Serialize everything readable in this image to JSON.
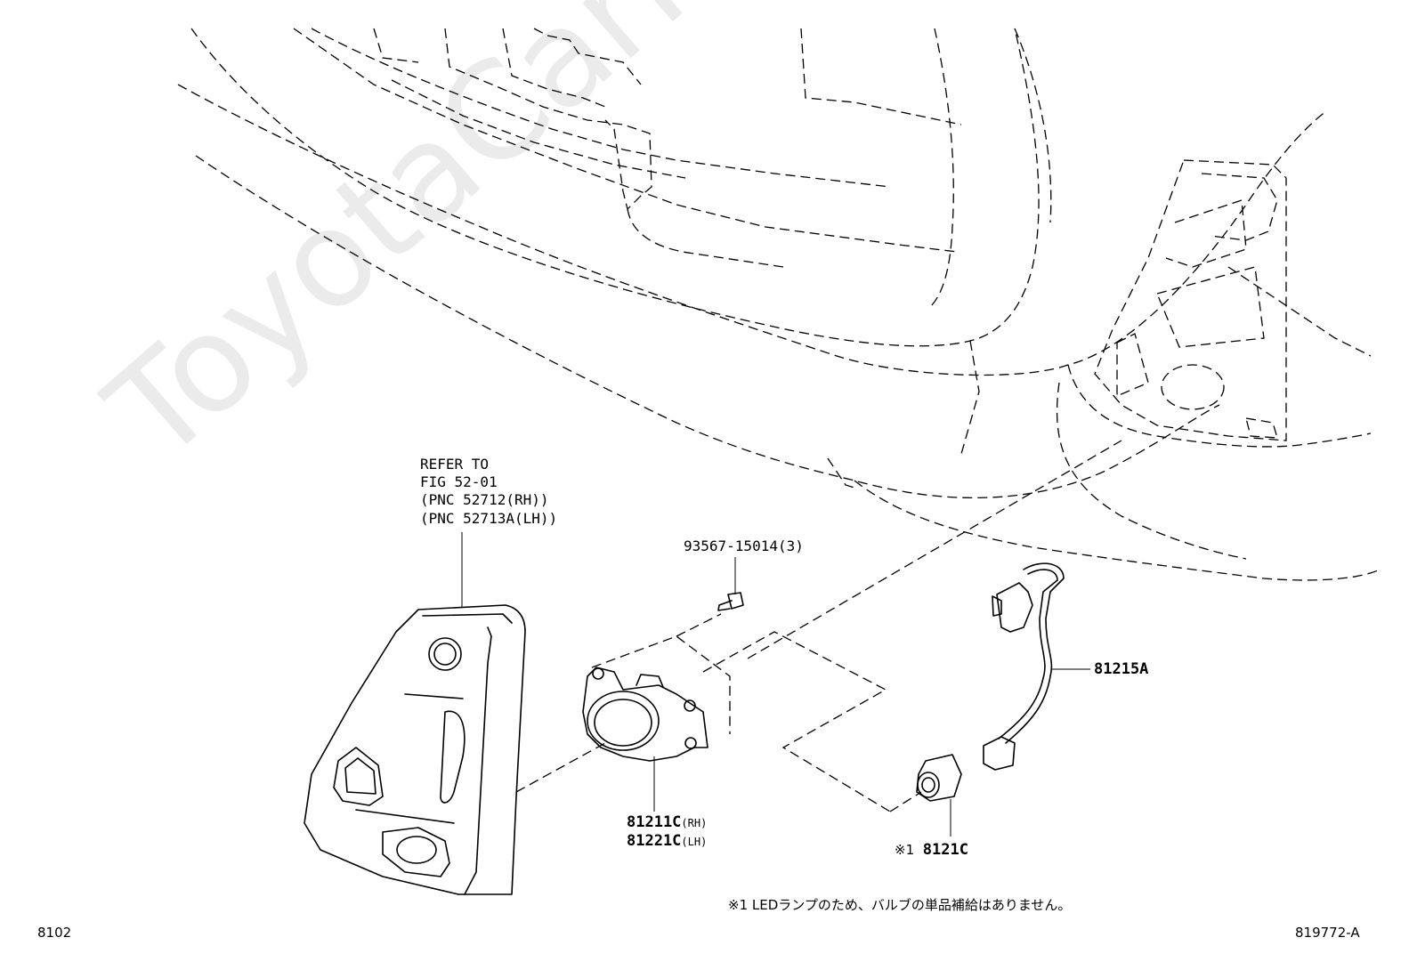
{
  "figure": {
    "code_left": "8102",
    "code_right": "819772-A"
  },
  "watermark": "ToyotaCarMine.ru",
  "callouts": {
    "refer": [
      "REFER TO",
      "FIG 52-01",
      "(PNC 52712(RH))",
      "(PNC 52713A(LH))"
    ],
    "screw": "93567-15014(3)",
    "harness": "81215A",
    "fog_lamp_rh": "81211C",
    "fog_lamp_rh_side": "(RH)",
    "fog_lamp_lh": "81221C",
    "fog_lamp_lh_side": "(LH)",
    "bulb_mark": "※1",
    "bulb": "8121C"
  },
  "footnote": "※1 LEDランプのため、バルブの単品補給はありません。"
}
